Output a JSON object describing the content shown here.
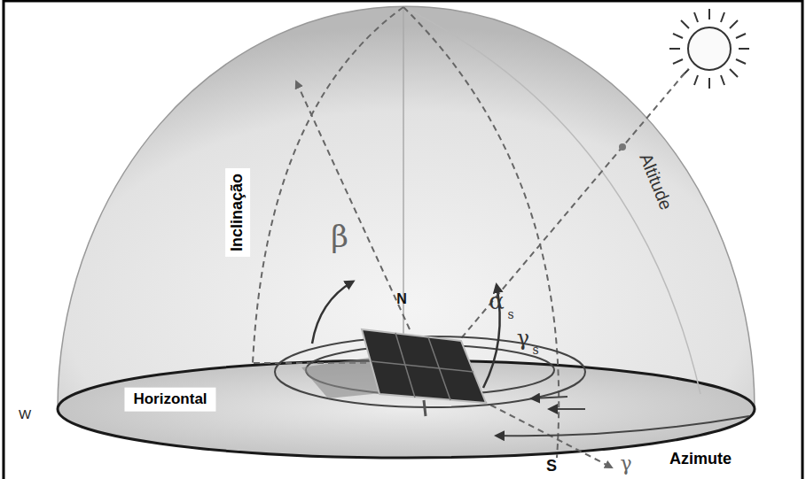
{
  "diagram": {
    "labels": [
      "Inclinação",
      "β",
      "N",
      "Altitude",
      "α",
      "s",
      "γ",
      "s",
      "Horizontal",
      "W",
      "S",
      "γ",
      "Azimute"
    ]
  }
}
